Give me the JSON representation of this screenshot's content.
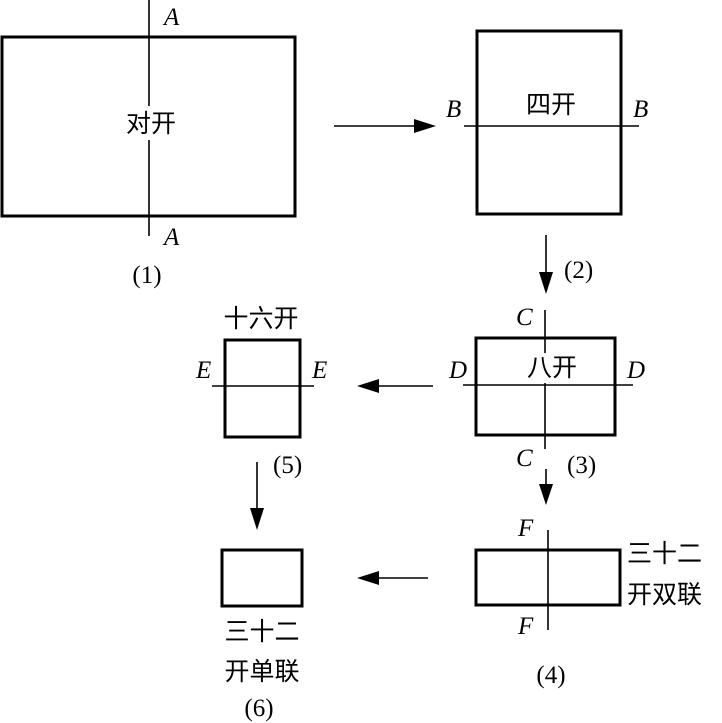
{
  "panel1": {
    "label": "对开",
    "point_top": "A",
    "point_bottom": "A",
    "step": "(1)"
  },
  "panel2": {
    "label": "四开",
    "point_left": "B",
    "point_right": "B",
    "step": "(2)"
  },
  "panel3": {
    "label": "八开",
    "point_top": "C",
    "point_bottom": "C",
    "point_left": "D",
    "point_right": "D",
    "step": "(3)"
  },
  "panel4": {
    "label_line1": "三十二",
    "label_line2": "开双联",
    "point_top": "F",
    "point_bottom": "F",
    "step": "(4)"
  },
  "panel5": {
    "label": "十六开",
    "point_left": "E",
    "point_right": "E",
    "step": "(5)"
  },
  "panel6": {
    "label_line1": "三十二",
    "label_line2": "开单联",
    "step": "(6)"
  }
}
